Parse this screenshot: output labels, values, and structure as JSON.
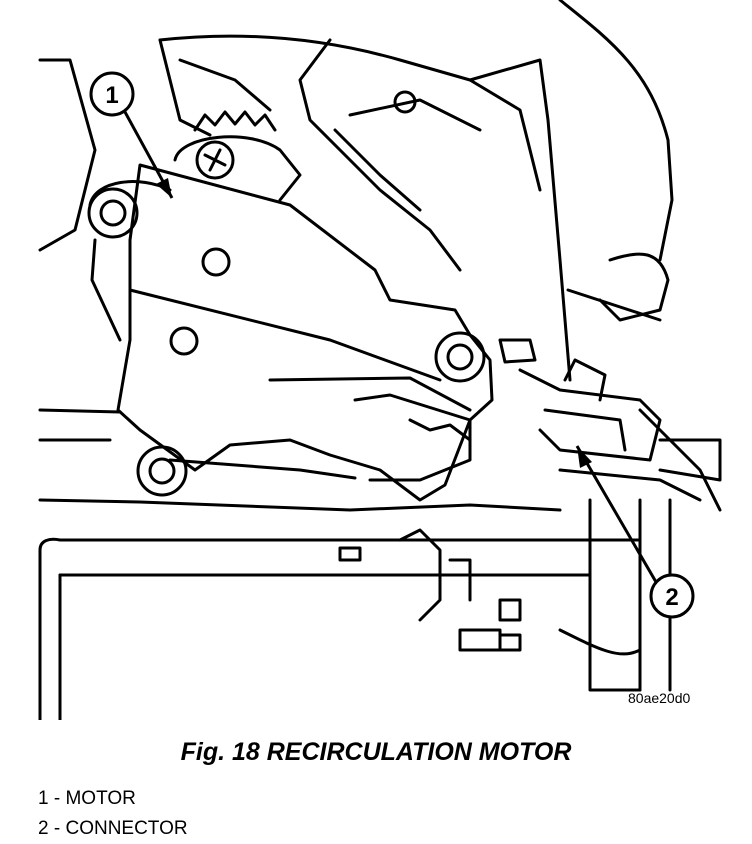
{
  "figure": {
    "id": "80ae20d0",
    "caption": "Fig. 18 RECIRCULATION MOTOR"
  },
  "callouts": [
    {
      "number": "1",
      "target": "motor"
    },
    {
      "number": "2",
      "target": "connector"
    }
  ],
  "legend": [
    {
      "number": "1",
      "separator": "-",
      "label": "MOTOR"
    },
    {
      "number": "2",
      "separator": "-",
      "label": "CONNECTOR"
    }
  ]
}
